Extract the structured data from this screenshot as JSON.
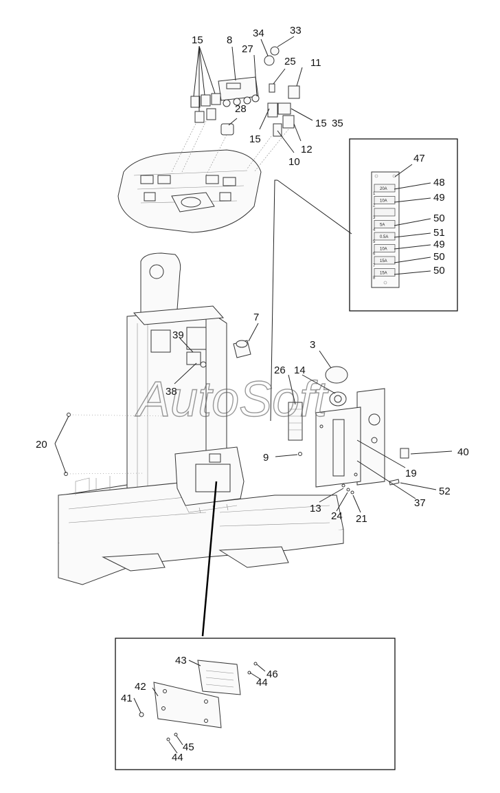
{
  "watermark": "AutoSoft",
  "callouts": {
    "c15a": "15",
    "c8": "8",
    "c34": "34",
    "c33": "33",
    "c27": "27",
    "c25": "25",
    "c11": "11",
    "c28": "28",
    "c15b": "15",
    "c15c": "15",
    "c35": "35",
    "c12": "12",
    "c10": "10",
    "c47": "47",
    "c48": "48",
    "c49a": "49",
    "c50a": "50",
    "c51": "51",
    "c49b": "49",
    "c50b": "50",
    "c50c": "50",
    "c7": "7",
    "c39": "39",
    "c38": "38",
    "c3": "3",
    "c26": "26",
    "c14": "14",
    "c20": "20",
    "c9": "9",
    "c40": "40",
    "c19": "19",
    "c52": "52",
    "c13": "13",
    "c24": "24",
    "c21": "21",
    "c37": "37",
    "c43": "43",
    "c46": "46",
    "c44a": "44",
    "c42": "42",
    "c41": "41",
    "c45": "45",
    "c44b": "44"
  },
  "fuses": [
    "20A",
    "10A",
    "",
    "5A",
    "0.5A",
    "10A",
    "15A",
    "15A"
  ],
  "fuse_numbers": [
    "1",
    "2",
    "3",
    "4",
    "5",
    "6",
    "7",
    "8"
  ]
}
